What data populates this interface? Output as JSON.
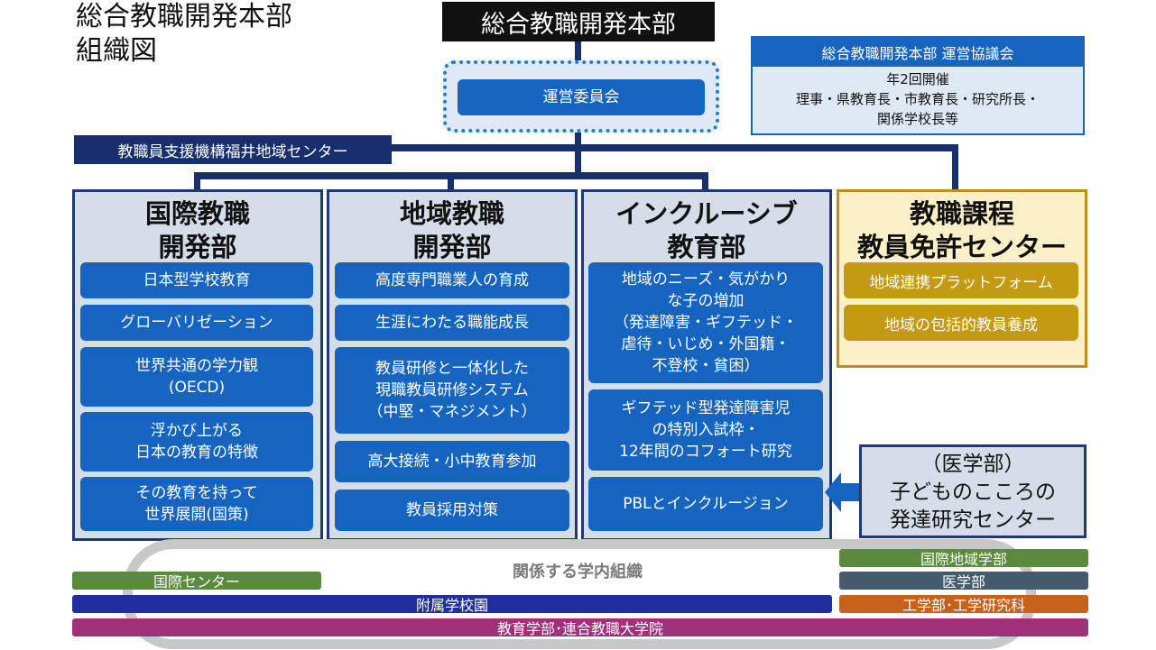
{
  "title": {
    "line1": "総合教職開発本部",
    "line2": "組織図"
  },
  "hq": "総合教職開発本部",
  "committee": "運営委員会",
  "council": {
    "header": "総合教職開発本部 運営協議会",
    "lines": [
      "年2回開催",
      "理事・県教育長・市教育長・研究所長・",
      "関係学校長等"
    ]
  },
  "fukui_center": "教職員支援機構福井地域センター",
  "departments": [
    {
      "title": [
        "国際教職",
        "開発部"
      ],
      "items": [
        [
          "日本型学校教育"
        ],
        [
          "グローバリゼーション"
        ],
        [
          "世界共通の学力観",
          "(OECD)"
        ],
        [
          "浮かび上がる",
          "日本の教育の特徴"
        ],
        [
          "その教育を持って",
          "世界展開(国策)"
        ]
      ]
    },
    {
      "title": [
        "地域教職",
        "開発部"
      ],
      "items": [
        [
          "高度専門職業人の育成"
        ],
        [
          "生涯にわたる職能成長"
        ],
        [
          "教員研修と一体化した",
          "現職教員研修システム",
          "（中堅・マネジメント）"
        ],
        [
          "高大接続・小中教育参加"
        ],
        [
          "教員採用対策"
        ]
      ]
    },
    {
      "title": [
        "インクルーシブ",
        "教育部"
      ],
      "items": [
        [
          "地域のニーズ・気がかり",
          "な子の増加",
          "（発達障害・ギフテッド・",
          "虐待・いじめ・外国籍・",
          "不登校・貧困）"
        ],
        [
          "ギフテッド型発達障害児",
          "の特別入試枠・",
          "12年間のコフォート研究"
        ],
        [
          "PBLとインクルージョン"
        ]
      ]
    },
    {
      "title": [
        "教職課程",
        "教員免許センター"
      ],
      "items": [
        [
          "地域連携プラットフォーム"
        ],
        [
          "地域の包括的教員養成"
        ]
      ]
    }
  ],
  "medical": [
    "（医学部）",
    "子どものこころの",
    "発達研究センター"
  ],
  "related": {
    "label": "関係する学内組織",
    "international_center": "国際センター",
    "affiliated_schools": "附属学校園",
    "education_faculty": "教育学部･連合教職大学院",
    "global_regional": "国際地域学部",
    "medicine": "医学部",
    "engineering": "工学部･工学研究科"
  },
  "colors": {
    "navy": "#17306b",
    "blue": "#1565c0",
    "gold": "#c49a12",
    "green": "#5a8a3c",
    "slate": "#455a6b",
    "orange": "#c6621c",
    "purple": "#a0307a",
    "indigo": "#1f2fa0"
  }
}
